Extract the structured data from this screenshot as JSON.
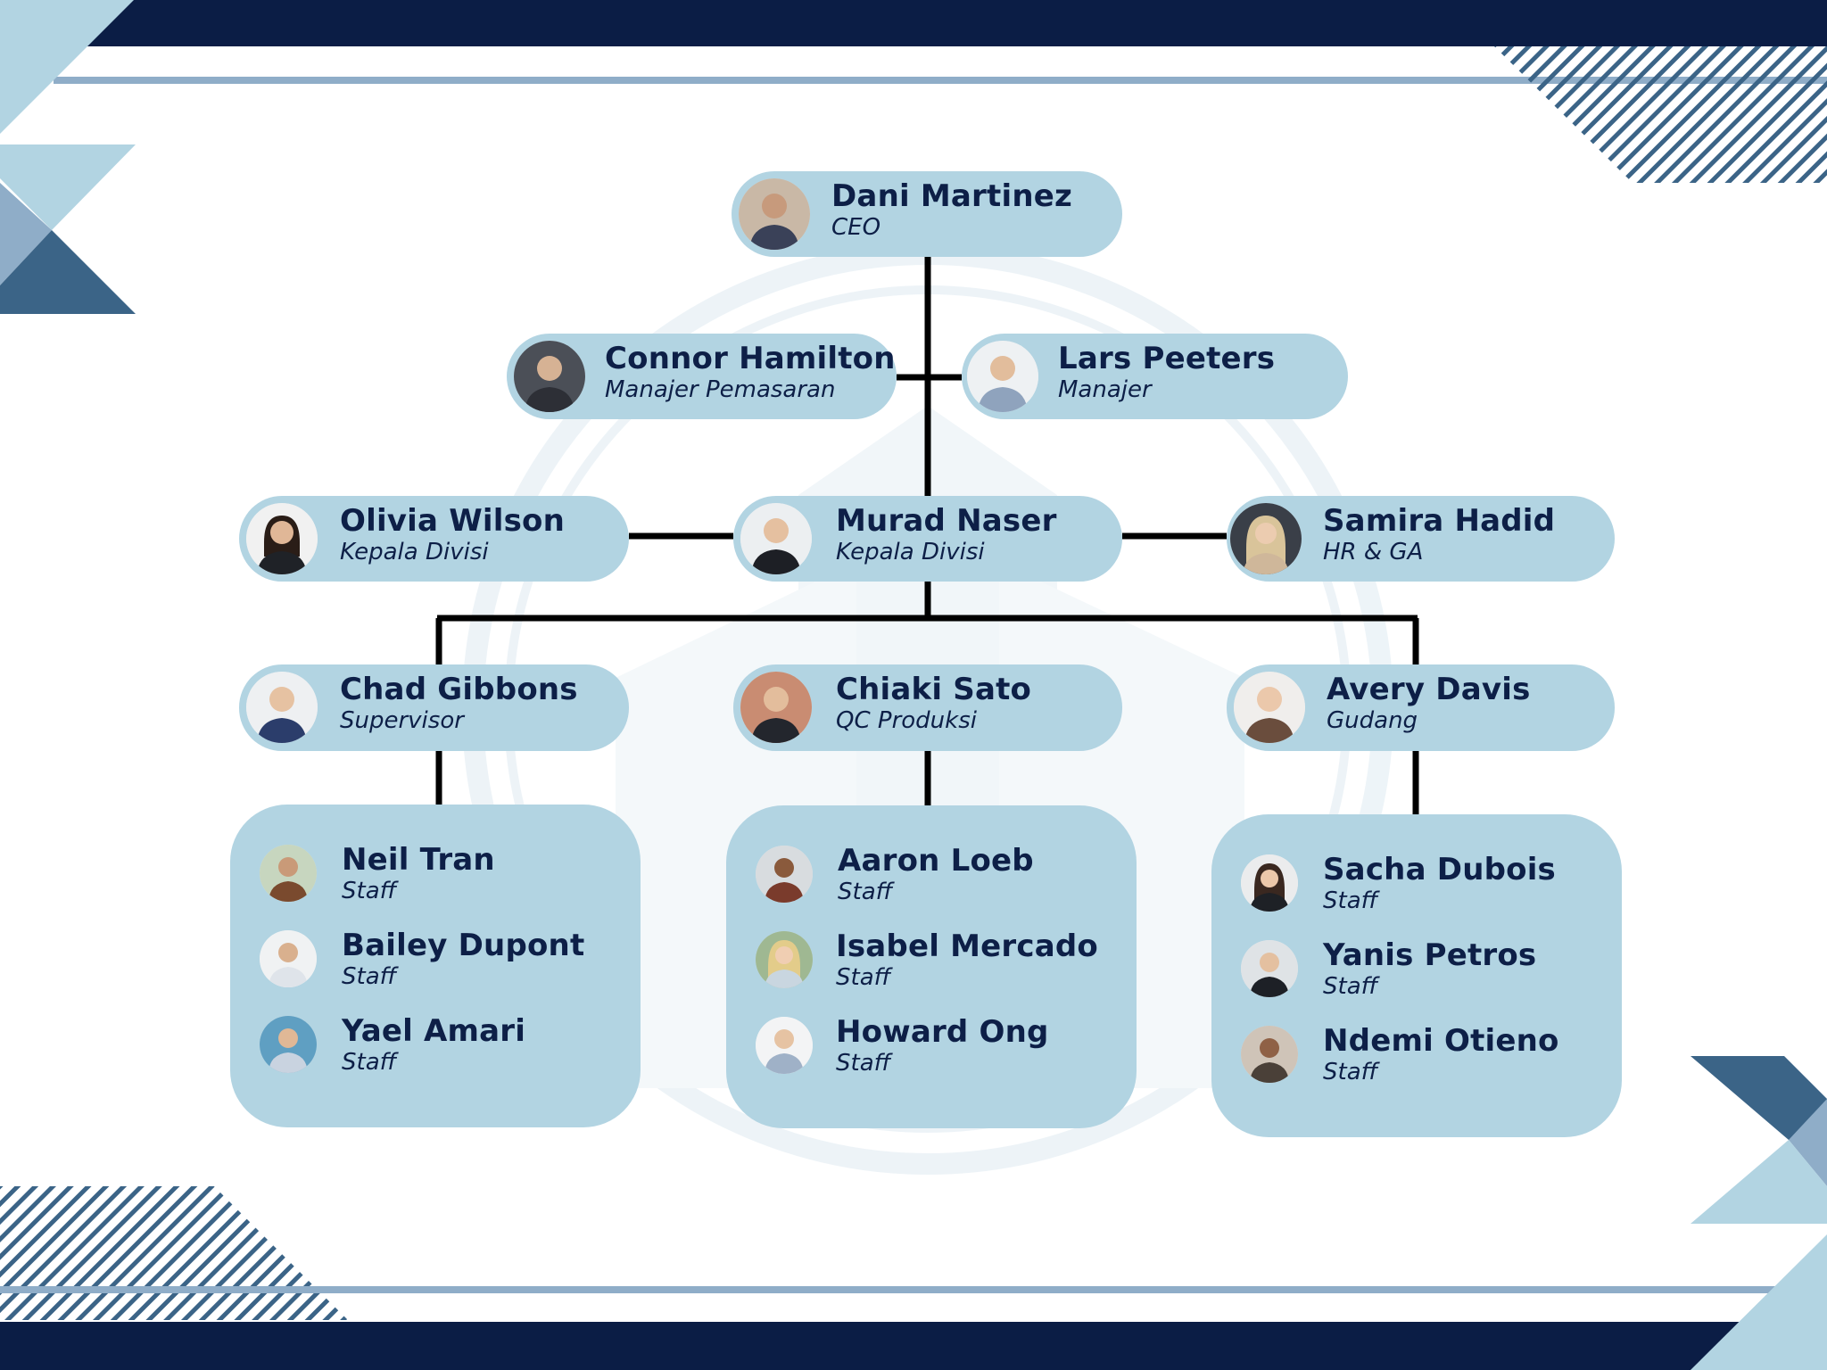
{
  "colors": {
    "navy": "#0b1d45",
    "card": "#b2d4e2",
    "text": "#0d1f47",
    "steel": "#3b6487",
    "light_steel": "#8fadc8",
    "connector": "#000000"
  },
  "ceo": {
    "name": "Dani Martinez",
    "role": "CEO"
  },
  "managers": {
    "left": {
      "name": "Connor Hamilton",
      "role": "Manajer Pemasaran"
    },
    "right": {
      "name": "Lars Peeters",
      "role": "Manajer"
    }
  },
  "division_row": {
    "left": {
      "name": "Olivia Wilson",
      "role": "Kepala Divisi"
    },
    "center": {
      "name": "Murad Naser",
      "role": "Kepala Divisi"
    },
    "right": {
      "name": "Samira Hadid",
      "role": "HR & GA"
    }
  },
  "supervisor_row": {
    "left": {
      "name": "Chad Gibbons",
      "role": "Supervisor"
    },
    "center": {
      "name": "Chiaki Sato",
      "role": "QC Produksi"
    },
    "right": {
      "name": "Avery Davis",
      "role": "Gudang"
    }
  },
  "staff_groups": {
    "left": [
      {
        "name": "Neil Tran",
        "role": "Staff"
      },
      {
        "name": "Bailey Dupont",
        "role": "Staff"
      },
      {
        "name": "Yael Amari",
        "role": "Staff"
      }
    ],
    "center": [
      {
        "name": "Aaron Loeb",
        "role": "Staff"
      },
      {
        "name": "Isabel Mercado",
        "role": "Staff"
      },
      {
        "name": "Howard Ong",
        "role": "Staff"
      }
    ],
    "right": [
      {
        "name": "Sacha Dubois",
        "role": "Staff"
      },
      {
        "name": "Yanis Petros",
        "role": "Staff"
      },
      {
        "name": "Ndemi Otieno",
        "role": "Staff"
      }
    ]
  }
}
